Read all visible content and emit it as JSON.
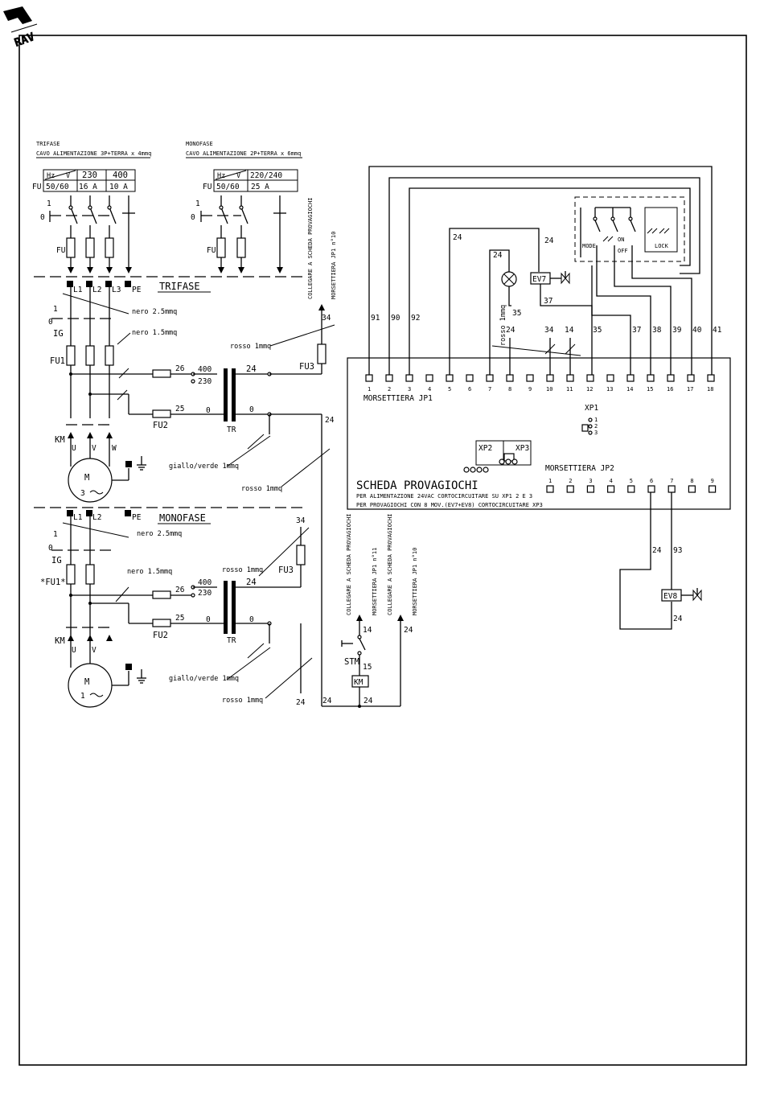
{
  "logo": {
    "text": "RAV"
  },
  "trifase": {
    "header": "TRIFASE",
    "cable": "CAVO ALIMENTAZIONE 3P+TERRA x 4mmq",
    "table_head": [
      "Hz",
      "V",
      "230",
      "400"
    ],
    "table_row": [
      "50/60",
      "16 A",
      "10 A"
    ],
    "section_title": "TRIFASE",
    "lines": [
      "L1",
      "L2",
      "L3"
    ]
  },
  "monofase": {
    "header": "MONOFASE",
    "cable": "CAVO ALIMENTAZIONE 2P+TERRA x 6mmq",
    "table_head": [
      "Hz",
      "V",
      "220/240"
    ],
    "table_row": [
      "50/60",
      "25 A"
    ],
    "section_title": "MONOFASE",
    "lines": [
      "L1",
      "L2"
    ]
  },
  "labels": {
    "fu": "FU",
    "fu1": "FU1",
    "fu1_star": "*FU1*",
    "fu2": "FU2",
    "fu3": "FU3",
    "ig": "IG",
    "km": "KM",
    "tr": "TR",
    "pe": "PE",
    "stm": "STM",
    "motor_m": "M",
    "motor_3": "3",
    "motor_1": "1",
    "one": "1",
    "zero": "0",
    "u": "U",
    "v": "V",
    "w": "W",
    "v400": "400",
    "v230": "230",
    "n24": "24",
    "n25": "25",
    "n26": "26",
    "n0": "0",
    "n34": "34",
    "n35": "35",
    "n37": "37",
    "n14": "14",
    "n15": "15",
    "n93": "93"
  },
  "wires": {
    "nero25": "nero 2.5mmq",
    "nero15": "nero 1.5mmq",
    "rosso1": "rosso 1mmq",
    "giallo": "giallo/verde 1mmq"
  },
  "vertical_notes": {
    "collegare": "COLLEGARE A SCHEDA PROVAGIOCHI",
    "jp1_10": "MORSETTIERA JP1 n°10",
    "jp1_11": "MORSETTIERA JP1 n°11"
  },
  "board": {
    "title": "SCHEDA PROVAGIOCHI",
    "note1": "PER ALIMENTAZIONE 24VAC CORTOCIRCUITARE SU XP1 2 E 3",
    "note2": "PER PROVAGIOCHI CON 8 MOV.(EV7+EV8) CORTOCIRCUITARE XP3",
    "jp1_label": "MORSETTIERA JP1",
    "jp2_label": "MORSETTIERA JP2",
    "xp1": "XP1",
    "xp1_pins": [
      "1",
      "2",
      "3"
    ],
    "xp2": "XP2",
    "xp3": "XP3",
    "jp1_terminals": [
      "1",
      "2",
      "3",
      "4",
      "5",
      "6",
      "7",
      "8",
      "9",
      "10",
      "11",
      "12",
      "13",
      "14",
      "15",
      "16",
      "17",
      "18"
    ],
    "jp2_terminals": [
      "1",
      "2",
      "3",
      "4",
      "5",
      "6",
      "7",
      "8",
      "9"
    ],
    "wire_numbers_top": [
      "91",
      "90",
      "92",
      "37",
      "38",
      "39",
      "40",
      "41"
    ]
  },
  "controls": {
    "mode": "MODE",
    "on": "ON",
    "off": "OFF",
    "lock": "LOCK",
    "ev7": "EV7",
    "ev8": "EV8",
    "rosso_lamp": "rosso 1mmq"
  }
}
